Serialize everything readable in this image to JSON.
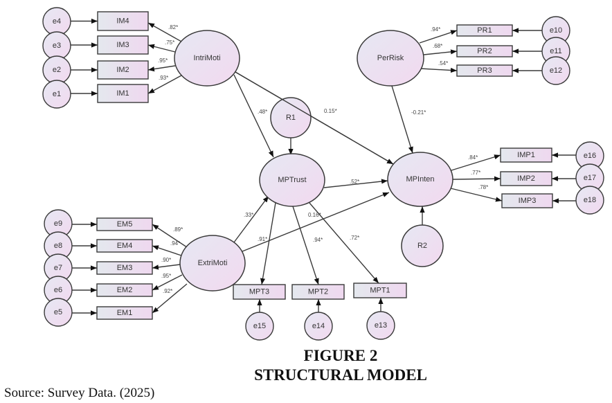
{
  "figure": {
    "title_line1": "FIGURE 2",
    "title_line2": "STRUCTURAL MODEL",
    "source": "Source: Survey Data. (2025)"
  },
  "colors": {
    "node_fill_start": "#e8e8f2",
    "node_fill_end": "#f0dcf0",
    "stroke": "#3a3a3a"
  },
  "latents": [
    {
      "id": "IntriMoti",
      "label": "IntriMoti"
    },
    {
      "id": "ExtriMoti",
      "label": "ExtriMoti"
    },
    {
      "id": "PerRisk",
      "label": "PerRisk"
    },
    {
      "id": "MPTrust",
      "label": "MPTrust"
    },
    {
      "id": "MPInten",
      "label": "MPInten"
    }
  ],
  "residuals": [
    {
      "id": "R1",
      "label": "R1",
      "target": "MPTrust"
    },
    {
      "id": "R2",
      "label": "R2",
      "target": "MPInten"
    }
  ],
  "indicators": [
    {
      "id": "IM4",
      "label": "IM4",
      "factor": "IntriMoti",
      "loading": ".82*",
      "error": "e4"
    },
    {
      "id": "IM3",
      "label": "IM3",
      "factor": "IntriMoti",
      "loading": ".75*",
      "error": "e3"
    },
    {
      "id": "IM2",
      "label": "IM2",
      "factor": "IntriMoti",
      "loading": ".95*",
      "error": "e2"
    },
    {
      "id": "IM1",
      "label": "IM1",
      "factor": "IntriMoti",
      "loading": ".93*",
      "error": "e1"
    },
    {
      "id": "EM5",
      "label": "EM5",
      "factor": "ExtriMoti",
      "loading": ".89*",
      "error": "e9"
    },
    {
      "id": "EM4",
      "label": "EM4",
      "factor": "ExtriMoti",
      "loading": ".94*",
      "error": "e8"
    },
    {
      "id": "EM3",
      "label": "EM3",
      "factor": "ExtriMoti",
      "loading": ".90*",
      "error": "e7"
    },
    {
      "id": "EM2",
      "label": "EM2",
      "factor": "ExtriMoti",
      "loading": ".95*",
      "error": "e6"
    },
    {
      "id": "EM1",
      "label": "EM1",
      "factor": "ExtriMoti",
      "loading": ".92*",
      "error": "e5"
    },
    {
      "id": "PR1",
      "label": "PR1",
      "factor": "PerRisk",
      "loading": ".94*",
      "error": "e10"
    },
    {
      "id": "PR2",
      "label": "PR2",
      "factor": "PerRisk",
      "loading": ".68*",
      "error": "e11"
    },
    {
      "id": "PR3",
      "label": "PR3",
      "factor": "PerRisk",
      "loading": ".54*",
      "error": "e12"
    },
    {
      "id": "MPT3",
      "label": "MPT3",
      "factor": "MPTrust",
      "loading": ".91*",
      "error": "e15"
    },
    {
      "id": "MPT2",
      "label": "MPT2",
      "factor": "MPTrust",
      "loading": ".94*",
      "error": "e14"
    },
    {
      "id": "MPT1",
      "label": "MPT1",
      "factor": "MPTrust",
      "loading": ".72*",
      "error": "e13"
    },
    {
      "id": "IMP1",
      "label": "IMP1",
      "factor": "MPInten",
      "loading": ".84*",
      "error": "e16"
    },
    {
      "id": "IMP2",
      "label": "IMP2",
      "factor": "MPInten",
      "loading": ".77*",
      "error": "e17"
    },
    {
      "id": "IMP3",
      "label": "IMP3",
      "factor": "MPInten",
      "loading": ".78*",
      "error": "e18"
    }
  ],
  "paths": [
    {
      "from": "IntriMoti",
      "to": "MPTrust",
      "coef": ".48*"
    },
    {
      "from": "IntriMoti",
      "to": "MPInten",
      "coef": "0.15*"
    },
    {
      "from": "ExtriMoti",
      "to": "MPTrust",
      "coef": ".33*"
    },
    {
      "from": "ExtriMoti",
      "to": "MPInten",
      "coef": "0.16*"
    },
    {
      "from": "MPTrust",
      "to": "MPInten",
      "coef": ".52*"
    },
    {
      "from": "PerRisk",
      "to": "MPInten",
      "coef": "-0.21*"
    }
  ]
}
